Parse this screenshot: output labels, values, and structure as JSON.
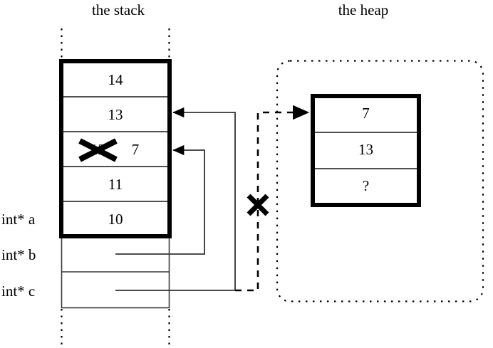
{
  "figure": {
    "stack_title": "the stack",
    "heap_title": "the heap"
  },
  "stack": {
    "cells": [
      {
        "value": "14",
        "crossed": false
      },
      {
        "value": "13",
        "crossed": false
      },
      {
        "value": "12",
        "crossed": true,
        "new_value": "7"
      },
      {
        "value": "11",
        "crossed": false
      },
      {
        "value": "10",
        "crossed": false
      }
    ],
    "variables": [
      {
        "label": "int* a"
      },
      {
        "label": "int* b"
      },
      {
        "label": "int* c"
      }
    ]
  },
  "heap": {
    "cells": [
      {
        "value": "7"
      },
      {
        "value": "13"
      },
      {
        "value": "?"
      }
    ]
  },
  "markers": {
    "invalid_pointer": "X"
  },
  "colors": {
    "ink": "#000000",
    "thin_rule": "#444444",
    "background": "#ffffff"
  }
}
